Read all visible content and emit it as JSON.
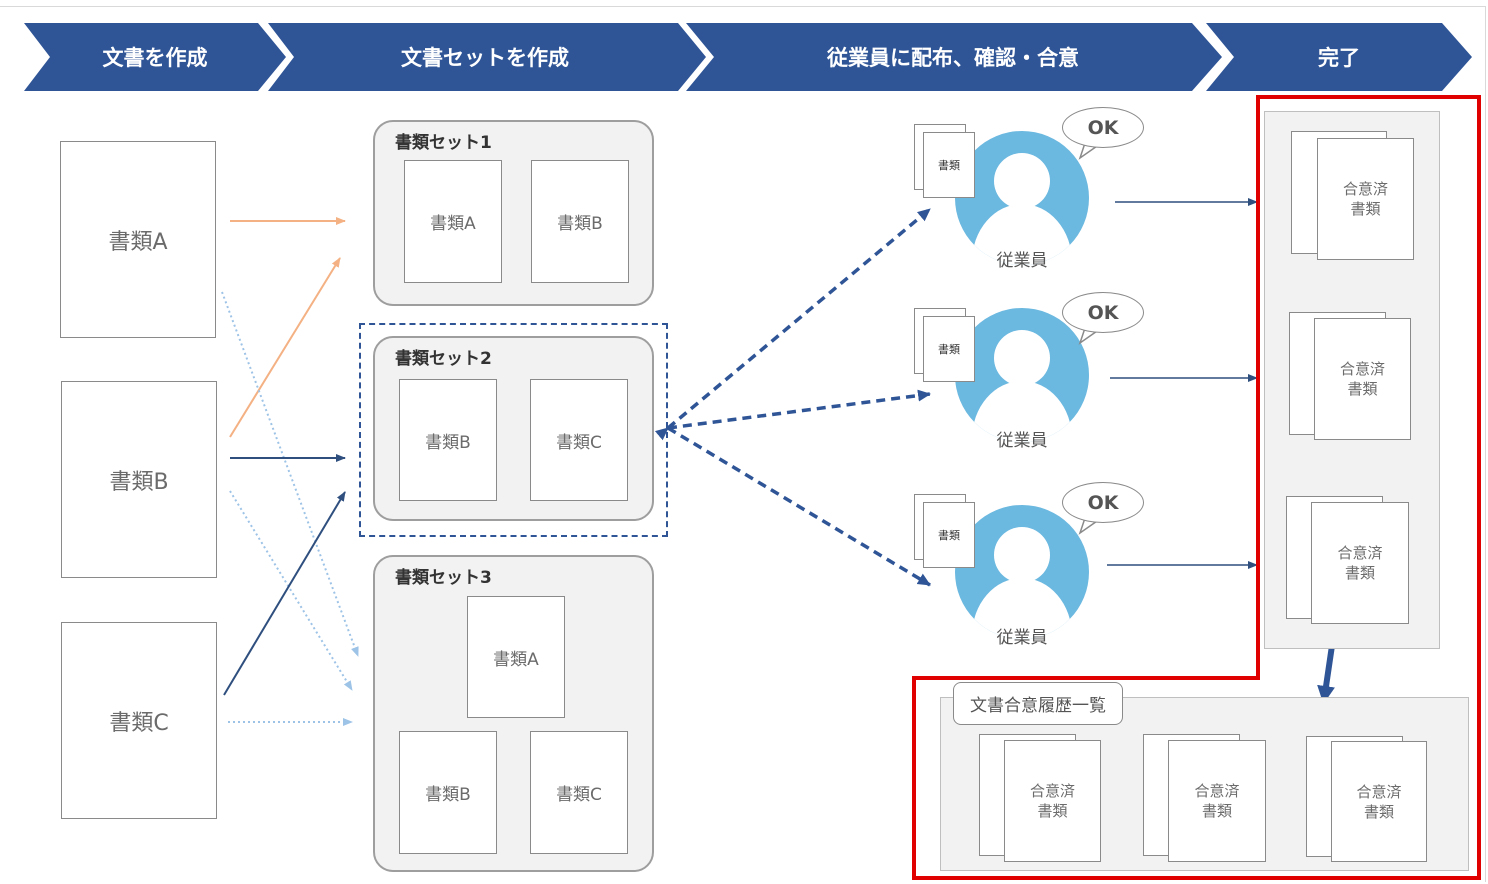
{
  "steps": [
    "文書を作成",
    "文書セットを作成",
    "従業員に配布、確認・合意",
    "完了"
  ],
  "documents": [
    "書類A",
    "書類B",
    "書類C"
  ],
  "sets": [
    {
      "title": "書類セット1",
      "items": [
        "書類A",
        "書類B"
      ]
    },
    {
      "title": "書類セット2",
      "items": [
        "書類B",
        "書類C"
      ]
    },
    {
      "title": "書類セット3",
      "items": [
        "書類A",
        "書類B",
        "書類C"
      ]
    }
  ],
  "employees": [
    {
      "label": "従業員",
      "bubble": "OK",
      "doc": "書類"
    },
    {
      "label": "従業員",
      "bubble": "OK",
      "doc": "書類"
    },
    {
      "label": "従業員",
      "bubble": "OK",
      "doc": "書類"
    }
  ],
  "completed_doc": {
    "line1": "合意済",
    "line2": "書類"
  },
  "history": {
    "title": "文書合意履歴一覧"
  },
  "colors": {
    "header": "#2f5597",
    "arrow_dark": "#2f4f7f",
    "arrow_orange": "#f4b183",
    "arrow_light": "#9dc3e6",
    "person": "#6bb8e0",
    "highlight": "#e00000"
  }
}
